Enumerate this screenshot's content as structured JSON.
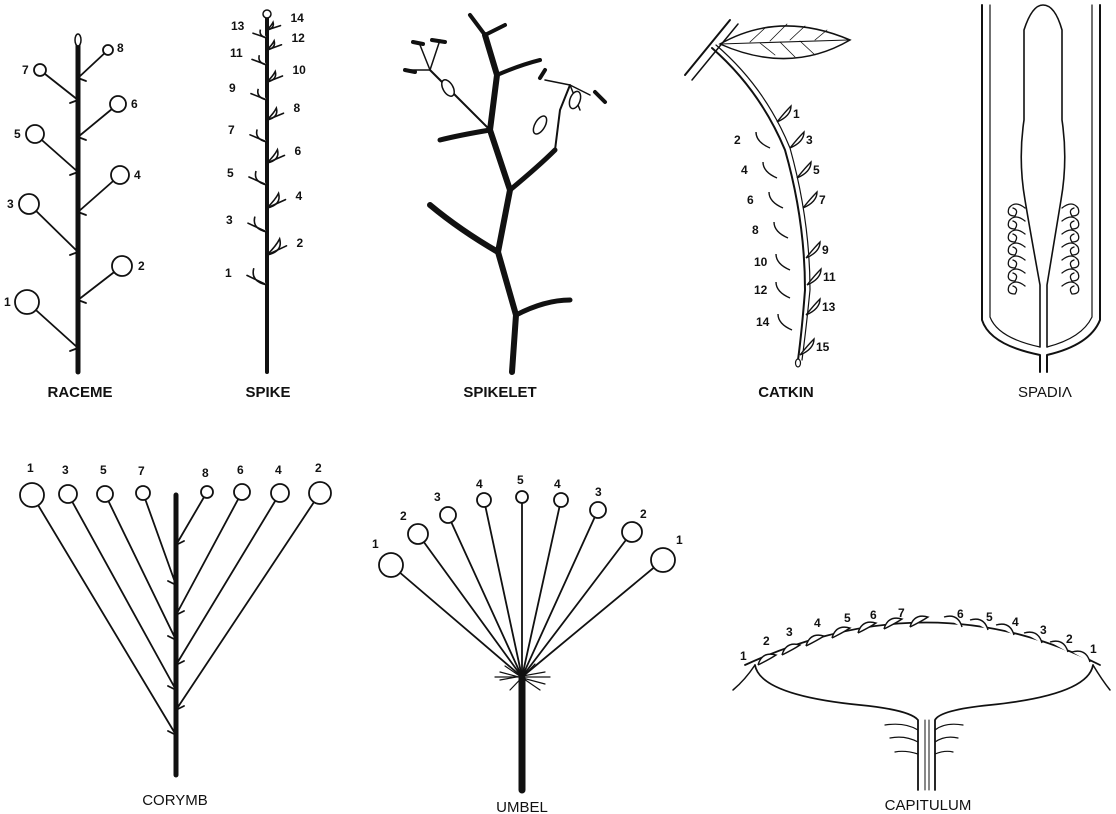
{
  "panels": [
    {
      "id": "raceme",
      "title": "RACEME"
    },
    {
      "id": "spike",
      "title": "SPIKE"
    },
    {
      "id": "spikelet",
      "title": "SPIKELET"
    },
    {
      "id": "catkin",
      "title": "CATKIN"
    },
    {
      "id": "spadix",
      "title": "SPADIΛ"
    },
    {
      "id": "corymb",
      "title": "CORYMB"
    },
    {
      "id": "umbel",
      "title": "UMBEL"
    },
    {
      "id": "capitulum",
      "title": "CAPITULUM"
    }
  ],
  "raceme_labels": [
    "1",
    "2",
    "3",
    "4",
    "5",
    "6",
    "7",
    "8"
  ],
  "spike_labels": [
    "1",
    "2",
    "3",
    "4",
    "5",
    "6",
    "7",
    "8",
    "9",
    "10",
    "11",
    "12",
    "13",
    "14"
  ],
  "catkin_labels": [
    "1",
    "2",
    "3",
    "4",
    "5",
    "6",
    "7",
    "8",
    "9",
    "10",
    "11",
    "12",
    "13",
    "14",
    "15"
  ],
  "corymb_labels": [
    "1",
    "3",
    "5",
    "7",
    "8",
    "6",
    "4",
    "2"
  ],
  "umbel_labels": [
    "1",
    "2",
    "3",
    "4",
    "5",
    "4",
    "3",
    "2",
    "1"
  ],
  "capitulum_labels": [
    "1",
    "2",
    "3",
    "4",
    "5",
    "6",
    "7",
    "6",
    "5",
    "4",
    "3",
    "2",
    "1"
  ]
}
